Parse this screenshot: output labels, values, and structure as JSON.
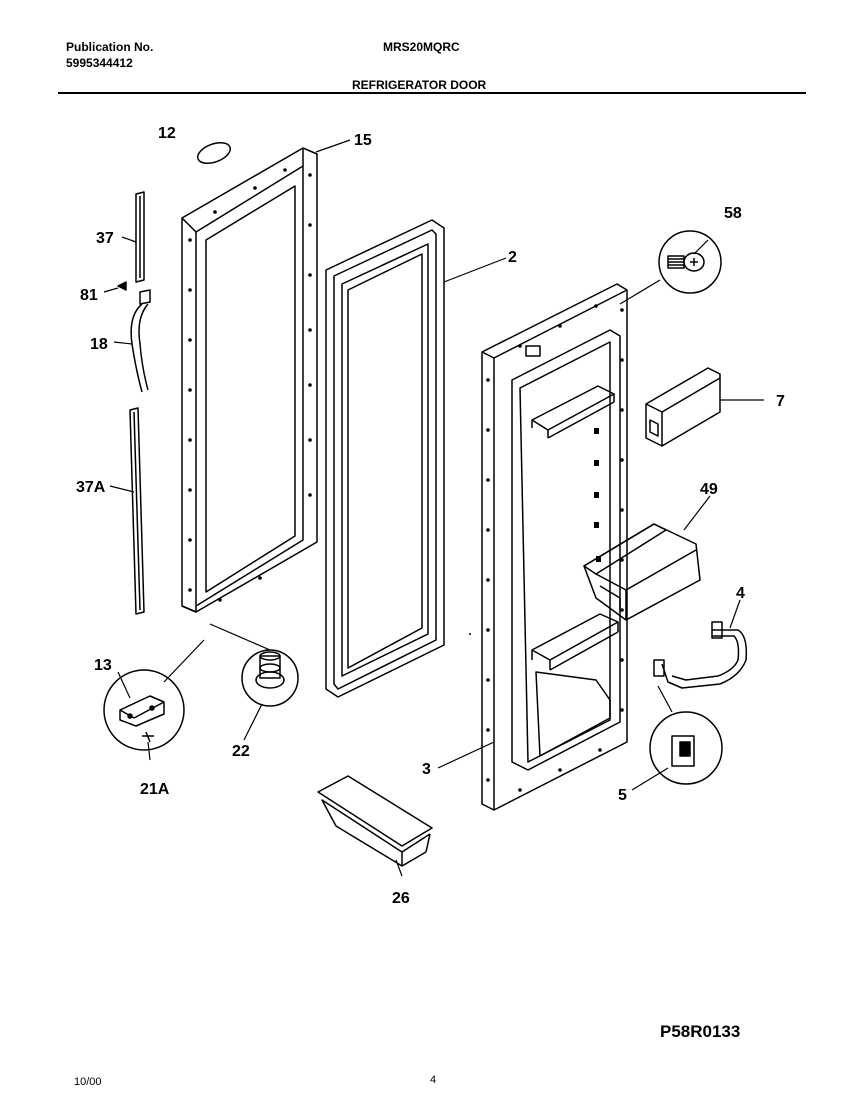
{
  "header": {
    "publication_label": "Publication No.",
    "publication_number": "5995344412",
    "model": "MRS20MQRC",
    "section_title": "REFRIGERATOR DOOR"
  },
  "callouts": {
    "c12": "12",
    "c15": "15",
    "c37": "37",
    "c81": "81",
    "c18": "18",
    "c37a": "37A",
    "c2": "2",
    "c58": "58",
    "c7": "7",
    "c49": "49",
    "c4": "4",
    "c13": "13",
    "c22": "22",
    "c21a": "21A",
    "c3": "3",
    "c5": "5",
    "c26": "26"
  },
  "footer": {
    "diagram_code": "P58R0133",
    "date": "10/00",
    "page_number": "4"
  }
}
